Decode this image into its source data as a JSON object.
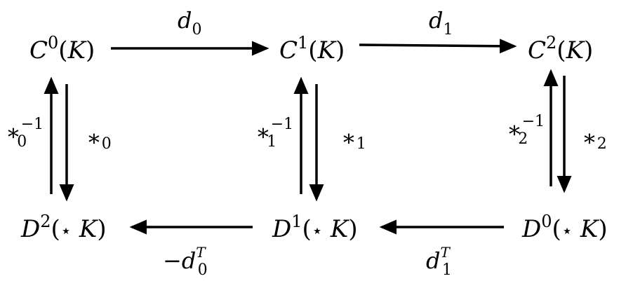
{
  "nodes": {
    "c0": {
      "base": "C",
      "sup": "0",
      "arg": "K",
      "star": ""
    },
    "c1": {
      "base": "C",
      "sup": "1",
      "arg": "K",
      "star": ""
    },
    "c2": {
      "base": "C",
      "sup": "2",
      "arg": "K",
      "star": ""
    },
    "d2": {
      "base": "D",
      "sup": "2",
      "arg": "K",
      "star": "⋆"
    },
    "d1": {
      "base": "D",
      "sup": "1",
      "arg": "K",
      "star": "⋆"
    },
    "d0": {
      "base": "D",
      "sup": "0",
      "arg": "K",
      "star": "⋆"
    }
  },
  "edges": {
    "d0": {
      "main": "d",
      "sub": "0",
      "sup": "",
      "prefix": ""
    },
    "d1": {
      "main": "d",
      "sub": "1",
      "sup": "",
      "prefix": ""
    },
    "neg_d0T": {
      "main": "d",
      "sub": "0",
      "sup": "T",
      "prefix": "−"
    },
    "d1T": {
      "main": "d",
      "sub": "1",
      "sup": "T",
      "prefix": ""
    },
    "star0": {
      "main": "∗",
      "sub": "0",
      "sup": ""
    },
    "star0inv": {
      "main": "∗",
      "sub": "0",
      "sup": "−1"
    },
    "star1": {
      "main": "∗",
      "sub": "1",
      "sup": ""
    },
    "star1inv": {
      "main": "∗",
      "sub": "1",
      "sup": "−1"
    },
    "star2": {
      "main": "∗",
      "sub": "2",
      "sup": ""
    },
    "star2inv": {
      "main": "∗",
      "sub": "2",
      "sup": "−1"
    }
  }
}
